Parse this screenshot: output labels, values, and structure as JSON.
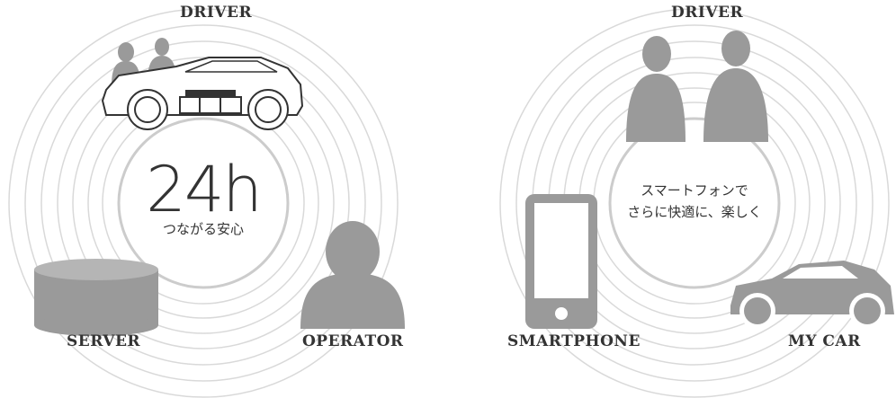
{
  "left": {
    "labels": {
      "top": "DRIVER",
      "bottom_left": "SERVER",
      "bottom_right": "OPERATOR"
    },
    "center": {
      "big": "24h",
      "sub": "つながる安心"
    }
  },
  "right": {
    "labels": {
      "top": "DRIVER",
      "bottom_left": "SMARTPHONE",
      "bottom_right": "MY CAR"
    },
    "center": {
      "line1": "スマートフォンで",
      "line2": "さらに快適に、楽しく"
    }
  },
  "colors": {
    "ring": "#d9d9d9",
    "ring_inner": "#cccccc",
    "silhouette": "#9a9a9a",
    "text": "#333333"
  }
}
